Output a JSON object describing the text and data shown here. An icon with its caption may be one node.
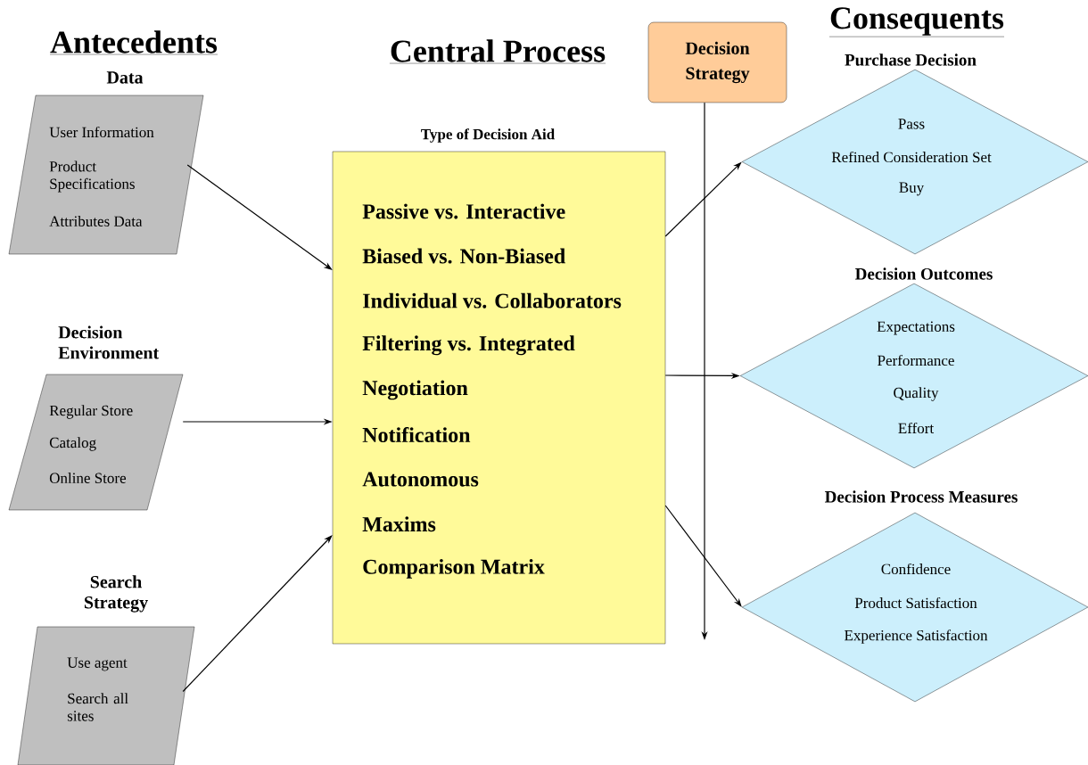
{
  "diagram": {
    "nodes": [
      {
        "text": [
          "Data",
          "User Information",
          "Product Specifications",
          "Attributes Data"
        ]
      },
      {
        "text": [
          "Decision Environment",
          "Regular Store",
          "Catalog",
          "Online Store"
        ]
      },
      {
        "text": [
          "Search Strategy",
          "Use agent",
          "Search all sites"
        ]
      },
      {
        "text": [
          "Type of Decision Aid",
          "Passive vs. Interactive",
          "Biased vs. Non-Biased",
          "Individual vs. Collaborators",
          "Filtering vs. Integrated",
          "Negotiation",
          "Notification",
          "Autonomous",
          "Maxims",
          "Comparison Matrix"
        ]
      },
      {
        "text": [
          "Decision Strategy"
        ]
      },
      {
        "text": [
          "Purchase Decision",
          "Pass",
          "Refined Consideration Set",
          "Buy"
        ]
      },
      {
        "text": [
          "Decision Outcomes",
          "Expectations",
          "Performance",
          "Quality",
          "Effort"
        ]
      },
      {
        "text": [
          "Decision Process Measures",
          "Confidence",
          "Product Satisfaction",
          "Experience Satisfaction"
        ]
      }
    ],
    "edges": [
      {
        "from": 0,
        "to": 3,
        "arrow": "to"
      },
      {
        "from": 1,
        "to": 3,
        "arrow": "to"
      },
      {
        "from": 2,
        "to": 3,
        "arrow": "to"
      },
      {
        "from": 3,
        "to": 5,
        "arrow": "to"
      },
      {
        "from": 3,
        "to": 6,
        "arrow": "to"
      },
      {
        "from": 3,
        "to": 7,
        "arrow": "to"
      },
      {
        "from": 4,
        "to": null,
        "arrow": "to"
      }
    ],
    "labels": [
      "Antecedents",
      "Central Process",
      "Consequents"
    ]
  }
}
